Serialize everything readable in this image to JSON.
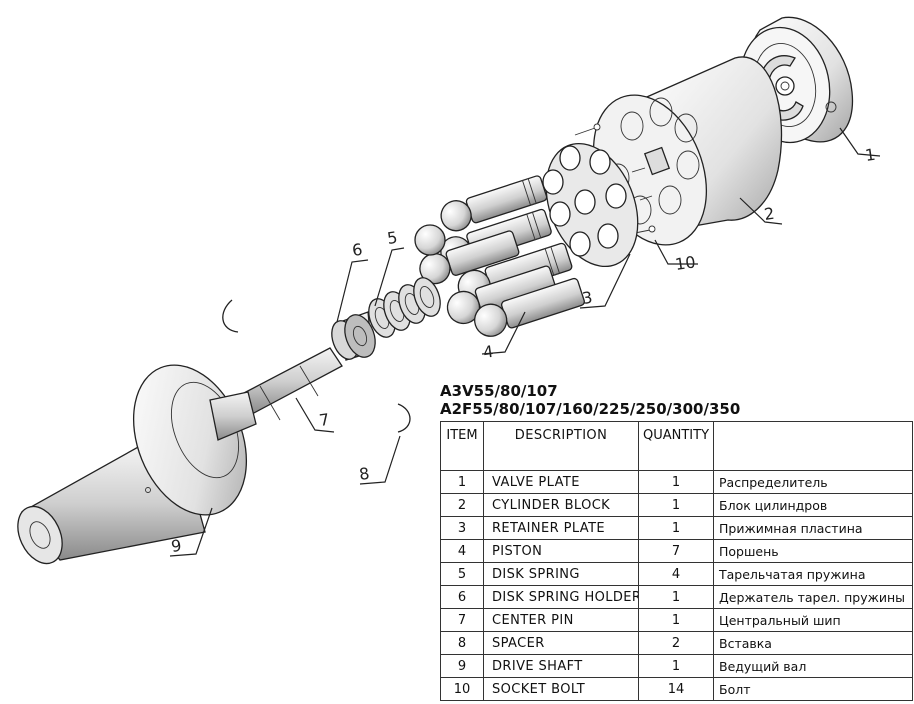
{
  "diagram": {
    "callouts": [
      "1",
      "2",
      "3",
      "4",
      "5",
      "6",
      "7",
      "8",
      "9",
      "10"
    ]
  },
  "models": {
    "line1": "A3V55/80/107",
    "line2": "A2F55/80/107/160/225/250/300/350"
  },
  "table": {
    "headers": {
      "item": "ITEM",
      "description": "DESCRIPTION",
      "quantity": "QUANTITY",
      "russian": ""
    },
    "rows": [
      {
        "item": "1",
        "description": "VALVE  PLATE",
        "quantity": "1",
        "russian": "Распределитель"
      },
      {
        "item": "2",
        "description": "CYLINDER  BLOCK",
        "quantity": "1",
        "russian": "Блок цилиндров"
      },
      {
        "item": "3",
        "description": "RETAINER  PLATE",
        "quantity": "1",
        "russian": "Прижимная пластина"
      },
      {
        "item": "4",
        "description": "PISTON",
        "quantity": "7",
        "russian": "Поршень"
      },
      {
        "item": "5",
        "description": "DISK  SPRING",
        "quantity": "4",
        "russian": "Тарельчатая пружина"
      },
      {
        "item": "6",
        "description": "DISK  SPRING HOLDER",
        "quantity": "1",
        "russian": "Держатель тарел. пружины"
      },
      {
        "item": "7",
        "description": "CENTER  PIN",
        "quantity": "1",
        "russian": "Центральный шип"
      },
      {
        "item": "8",
        "description": "SPACER",
        "quantity": "2",
        "russian": "Вставка"
      },
      {
        "item": "9",
        "description": "DRIVE  SHAFT",
        "quantity": "1",
        "russian": "Ведущий вал"
      },
      {
        "item": "10",
        "description": "SOCKET BOLT",
        "quantity": "14",
        "russian": "Болт"
      }
    ]
  }
}
